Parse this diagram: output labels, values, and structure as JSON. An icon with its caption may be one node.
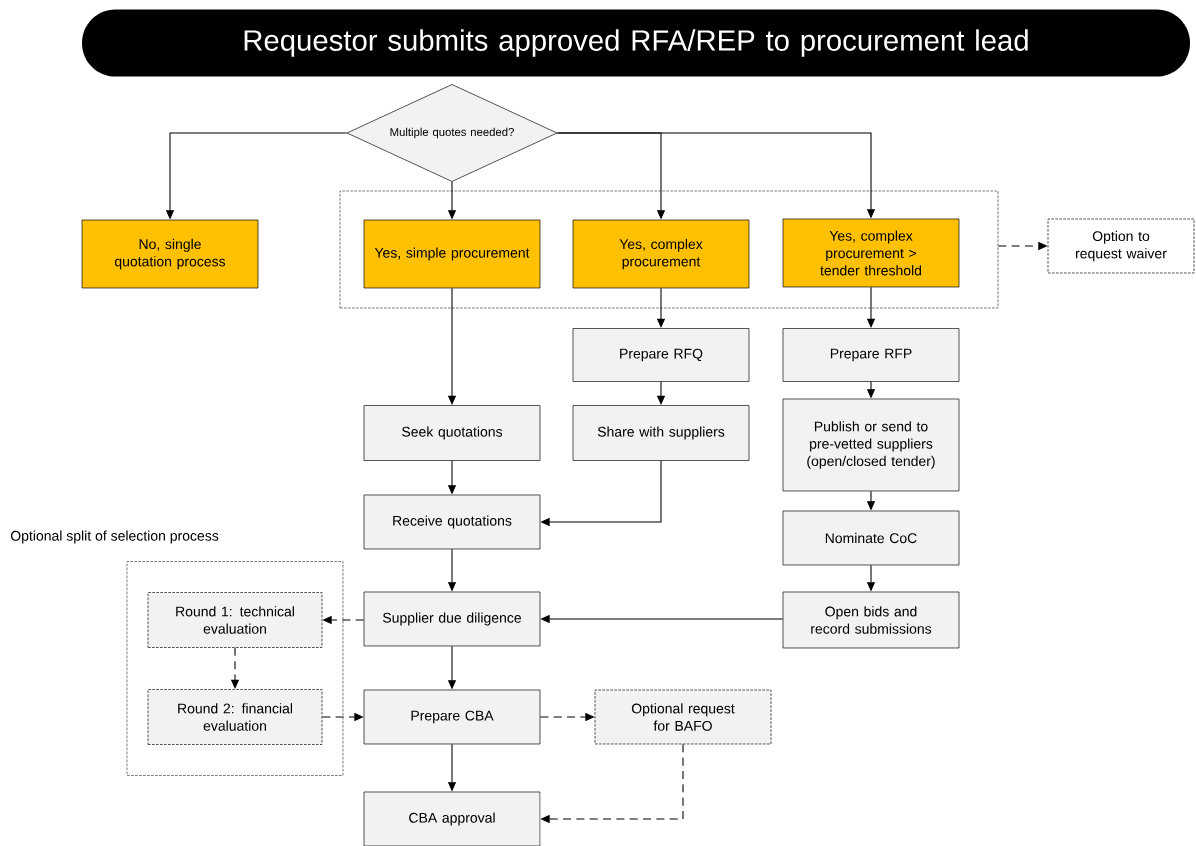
{
  "diagram": {
    "nodes": [
      {
        "text": [
          "Requestor submits approved RFA/REP to procurement lead"
        ]
      },
      {
        "text": [
          "Multiple quotes needed?"
        ]
      },
      {
        "text": [
          "No, single quotation process"
        ]
      },
      {
        "text": [],
        "shape": "box"
      },
      {
        "text": [
          "Yes, simple procurement"
        ],
        "in": 3
      },
      {
        "text": [
          "Yes, complex procurement"
        ],
        "in": 3
      },
      {
        "text": [
          "Yes, complex procurement > tender threshold"
        ],
        "in": 3
      },
      {
        "text": [
          "Option to request waiver"
        ]
      },
      {
        "text": [
          "Prepare RFQ"
        ]
      },
      {
        "text": [
          "Prepare RFP"
        ]
      },
      {
        "text": [
          "Seek quotations"
        ]
      },
      {
        "text": [
          "Share with suppliers"
        ]
      },
      {
        "text": [
          "Publish or send to pre-vetted suppliers (open/closed tender)"
        ]
      },
      {
        "text": [
          "Receive quotations"
        ]
      },
      {
        "text": [
          "Nominate CoC"
        ]
      },
      {
        "text": [
          "Optional split of selection process"
        ]
      },
      {
        "text": [
          "Round 1: technical evaluation"
        ],
        "in": 15
      },
      {
        "text": [
          "Supplier due diligence"
        ]
      },
      {
        "text": [
          "Open bids and record submissions"
        ]
      },
      {
        "text": [
          "Round 2: financial evaluation"
        ],
        "in": 15
      },
      {
        "text": [
          "Prepare CBA"
        ]
      },
      {
        "text": [
          "Optional request for BAFO"
        ]
      },
      {
        "text": [
          "CBA approval"
        ]
      }
    ],
    "edges": [
      {
        "from": 1,
        "to": 2,
        "arrow": "to"
      },
      {
        "from": 1,
        "to": 4,
        "arrow": "to"
      },
      {
        "from": 1,
        "to": 5,
        "arrow": "to"
      },
      {
        "from": 1,
        "to": 6,
        "arrow": "to"
      },
      {
        "from": 3,
        "to": 7,
        "arrow": "to",
        "style": "dashed"
      },
      {
        "from": 5,
        "to": 8,
        "arrow": "to"
      },
      {
        "from": 6,
        "to": 9,
        "arrow": "to"
      },
      {
        "from": 4,
        "to": 10,
        "arrow": "to"
      },
      {
        "from": 8,
        "to": 11,
        "arrow": "to"
      },
      {
        "from": 9,
        "to": 12,
        "arrow": "to"
      },
      {
        "from": 10,
        "to": 13,
        "arrow": "to"
      },
      {
        "from": 11,
        "to": 13,
        "arrow": "to"
      },
      {
        "from": 12,
        "to": 14,
        "arrow": "to"
      },
      {
        "from": 14,
        "to": 18,
        "arrow": "to"
      },
      {
        "from": 18,
        "to": 17,
        "arrow": "to"
      },
      {
        "from": 13,
        "to": 17,
        "arrow": "to"
      },
      {
        "from": 17,
        "to": 16,
        "arrow": "to",
        "style": "dashed"
      },
      {
        "from": 16,
        "to": 19,
        "arrow": "to",
        "style": "dashed"
      },
      {
        "from": 19,
        "to": 20,
        "arrow": "to",
        "style": "dashed"
      },
      {
        "from": 17,
        "to": 20,
        "arrow": "to"
      },
      {
        "from": 20,
        "to": 21,
        "arrow": "to",
        "style": "dashed"
      },
      {
        "from": 20,
        "to": 22,
        "arrow": "to"
      },
      {
        "from": 21,
        "to": 22,
        "arrow": "to",
        "style": "dashed"
      }
    ]
  }
}
